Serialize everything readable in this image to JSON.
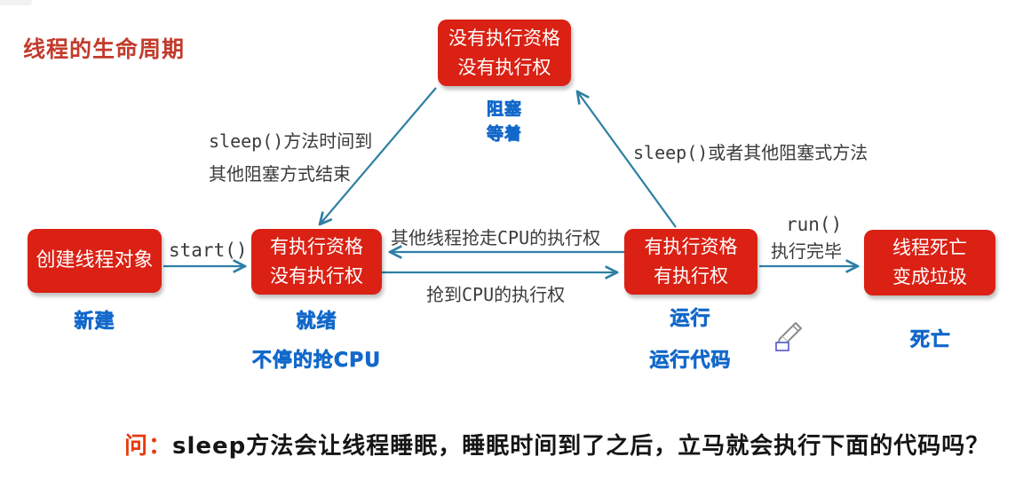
{
  "title": "线程的生命周期",
  "nodes": {
    "blocked": {
      "line1": "没有执行资格",
      "line2": "没有执行权",
      "state1": "阻塞",
      "state2": "等着"
    },
    "created": {
      "line1": "创建线程对象",
      "state1": "新建"
    },
    "ready": {
      "line1": "有执行资格",
      "line2": "没有执行权",
      "state1": "就绪",
      "state2": "不停的抢CPU"
    },
    "running": {
      "line1": "有执行资格",
      "line2": "有执行权",
      "state1": "运行",
      "state2": "运行代码"
    },
    "dead": {
      "line1": "线程死亡",
      "line2": "变成垃圾",
      "state1": "死亡"
    }
  },
  "edges": {
    "start": "start()",
    "wake_line1": "sleep()方法时间到",
    "wake_line2": "其他阻塞方式结束",
    "block": "sleep()或者其他阻塞式方法",
    "preempt": "其他线程抢走CPU的执行权",
    "acquire": "抢到CPU的执行权",
    "run_line1": "run()",
    "run_line2": "执行完毕"
  },
  "question": {
    "prefix": "问：",
    "text": "sleep方法会让线程睡眠，睡眠时间到了之后，立马就会执行下面的代码吗？"
  },
  "colors": {
    "box_red": "#da2114",
    "title_red": "#c23b2c",
    "state_blue": "#1268ca",
    "arrow_teal": "#2e7fa4",
    "question_red": "#e63b10",
    "label_dark": "#3b3b3b"
  },
  "cursor": {
    "icon": "pencil-cursor"
  }
}
